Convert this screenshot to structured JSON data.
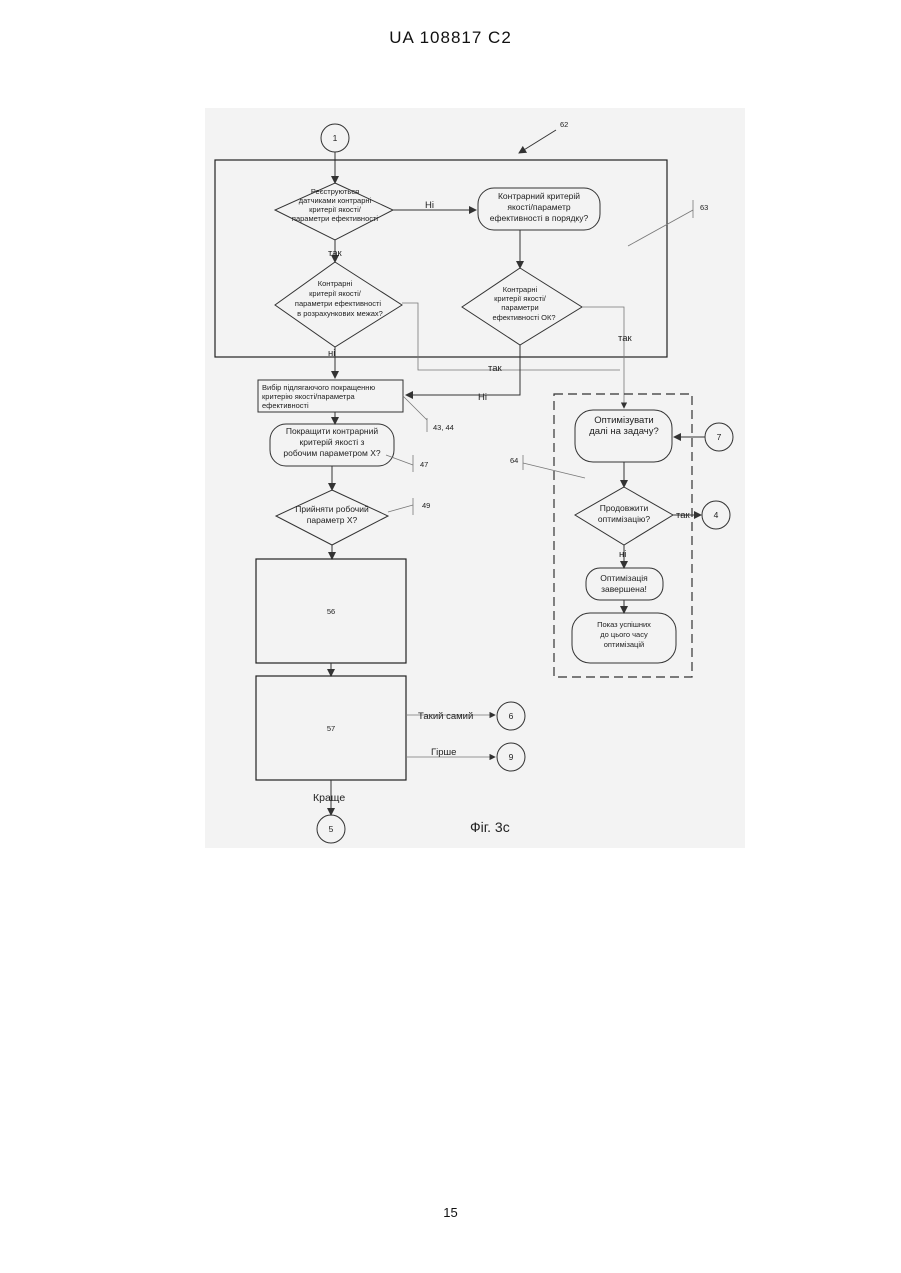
{
  "header": "UA   108817   C2",
  "page_number": "15",
  "figure_caption": "Фіг. 3c",
  "connectors": {
    "top": "1",
    "right_seven": "7",
    "right_four": "4",
    "same": "6",
    "worse": "9",
    "bottom": "5"
  },
  "references": {
    "r62": "62",
    "r63": "63",
    "r64": "64",
    "r4344": "43, 44",
    "r47": "47",
    "r49": "49",
    "r56": "56",
    "r57": "57"
  },
  "nodes": {
    "decision1": [
      "Реєструються",
      "датчиками контрарні",
      "критерії якості/",
      "параметри ефективності"
    ],
    "decision2": [
      "Контрарні",
      "критерії якості/",
      "параметри ефективності",
      "в розрахункових межах?"
    ],
    "terminal1": [
      "Контрарний критерій",
      "якості/параметр",
      "ефективності в порядку?"
    ],
    "decision3": [
      "Контрарні",
      "критерії якості/",
      "параметри",
      "ефективності ОК?"
    ],
    "select_box": [
      "Вибір підлягаючого покращенню",
      "критерію якості/параметра",
      "ефективності"
    ],
    "improve": [
      "Покращити контрарний",
      "критерій якості з",
      "робочим параметром X?"
    ],
    "accept": [
      "Прийняти робочий",
      "параметр X?"
    ],
    "optimize": [
      "Оптимізувати",
      "далі на задачу?"
    ],
    "continue": [
      "Продовжити",
      "оптимізацію?"
    ],
    "done": [
      "Оптимізація",
      "завершена!"
    ],
    "show": [
      "Показ успішних",
      "до цього часу",
      "оптимізацій"
    ]
  },
  "edge_labels": {
    "no1": "Ні",
    "yes1": "так",
    "no2": "ні",
    "yes2": "так",
    "yes3": "так",
    "no3": "Ні",
    "yes4": "так",
    "no4": "ні",
    "same": "Такий самий",
    "worse": "Гірше",
    "better": "Краще"
  }
}
